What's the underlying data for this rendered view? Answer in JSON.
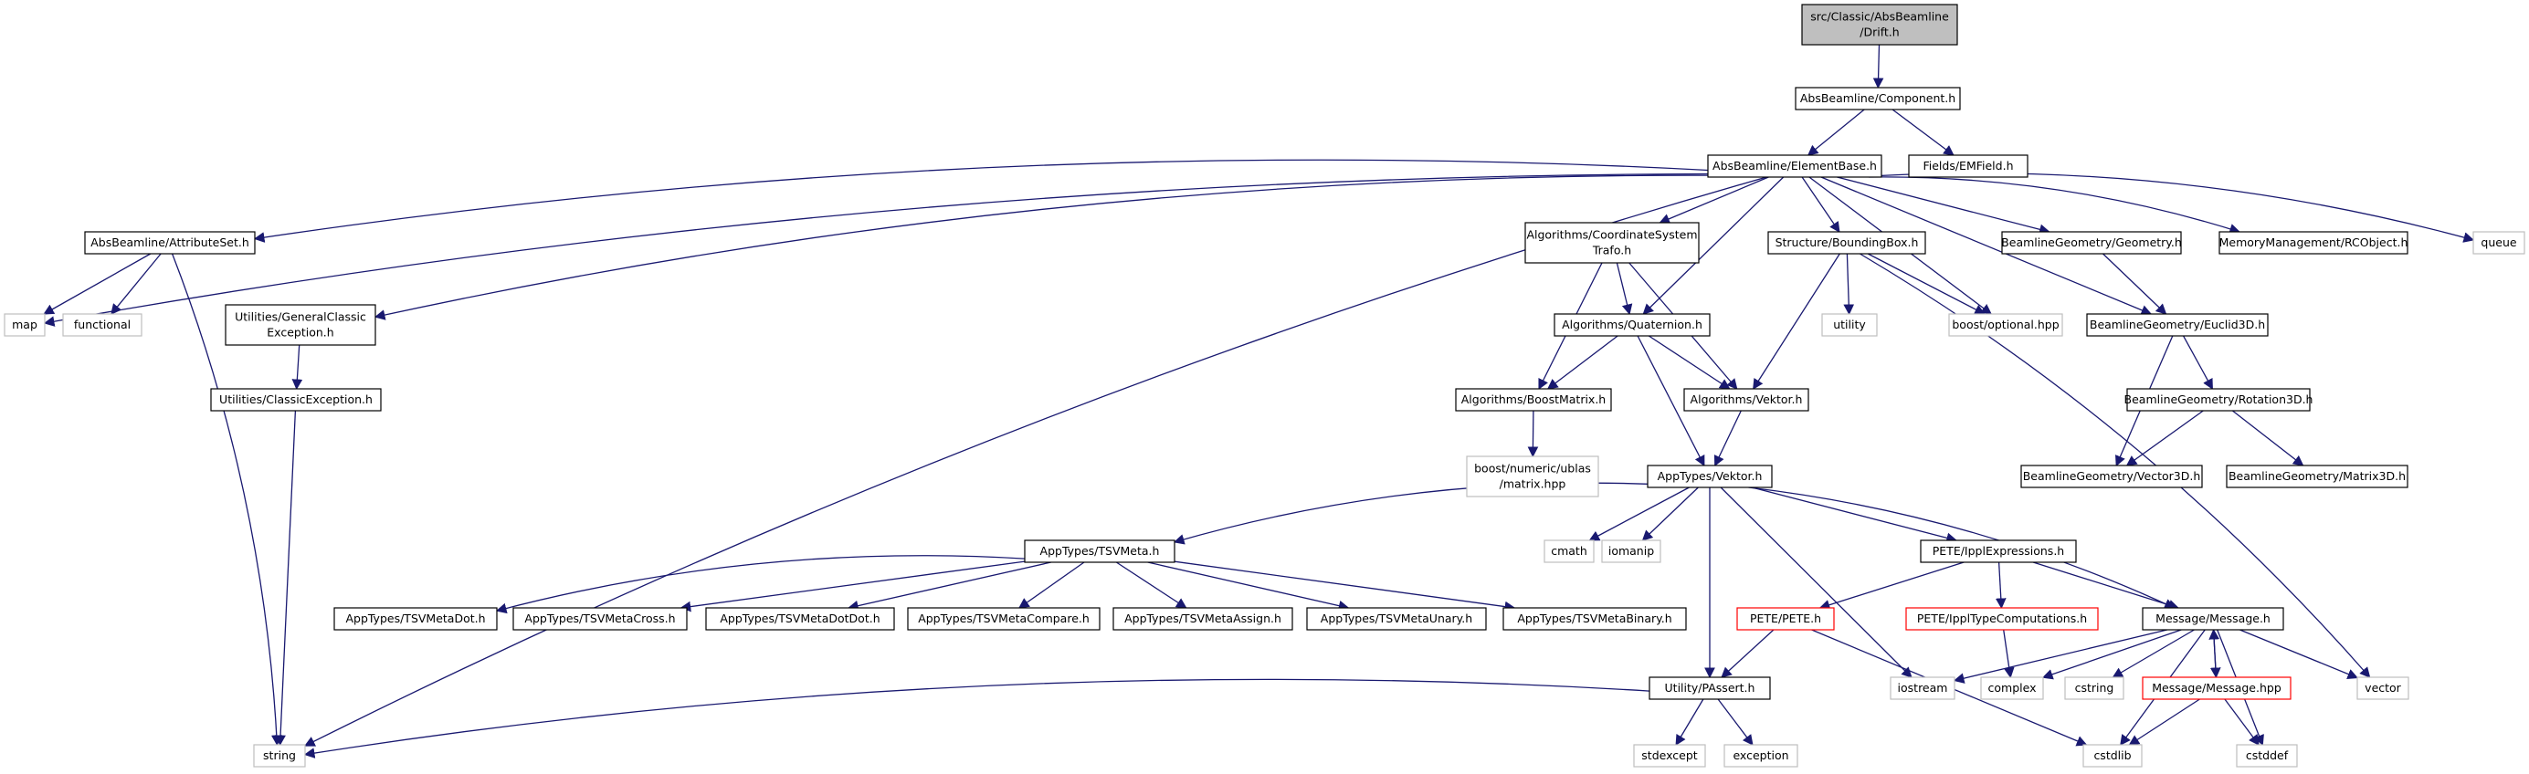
{
  "graph": {
    "title": "src/Classic/AbsBeamline/Drift.h",
    "colors": {
      "edge": "#191970",
      "root_fill": "#bfbfbf",
      "node_border": "#000000",
      "external_border": "#bfbfbf",
      "truncated_border": "#ff0000",
      "text": "#000000"
    },
    "nodes": [
      {
        "id": "drift",
        "lines": [
          "src/Classic/AbsBeamline",
          "/Drift.h"
        ],
        "kind": "root"
      },
      {
        "id": "component",
        "lines": [
          "AbsBeamline/Component.h"
        ],
        "kind": "normal"
      },
      {
        "id": "elementbase",
        "lines": [
          "AbsBeamline/ElementBase.h"
        ],
        "kind": "normal"
      },
      {
        "id": "emfield",
        "lines": [
          "Fields/EMField.h"
        ],
        "kind": "normal"
      },
      {
        "id": "attributeset",
        "lines": [
          "AbsBeamline/AttributeSet.h"
        ],
        "kind": "normal"
      },
      {
        "id": "coordtrafo",
        "lines": [
          "Algorithms/CoordinateSystem",
          "Trafo.h"
        ],
        "kind": "normal"
      },
      {
        "id": "boundingbox",
        "lines": [
          "Structure/BoundingBox.h"
        ],
        "kind": "normal"
      },
      {
        "id": "geometry",
        "lines": [
          "BeamlineGeometry/Geometry.h"
        ],
        "kind": "normal"
      },
      {
        "id": "rcobject",
        "lines": [
          "MemoryManagement/RCObject.h"
        ],
        "kind": "normal"
      },
      {
        "id": "queue",
        "lines": [
          "queue"
        ],
        "kind": "external"
      },
      {
        "id": "map",
        "lines": [
          "map"
        ],
        "kind": "external"
      },
      {
        "id": "functional",
        "lines": [
          "functional"
        ],
        "kind": "external"
      },
      {
        "id": "genclassicexc",
        "lines": [
          "Utilities/GeneralClassic",
          "Exception.h"
        ],
        "kind": "normal"
      },
      {
        "id": "quaternion",
        "lines": [
          "Algorithms/Quaternion.h"
        ],
        "kind": "normal"
      },
      {
        "id": "utility",
        "lines": [
          "utility"
        ],
        "kind": "external"
      },
      {
        "id": "boostoptional",
        "lines": [
          "boost/optional.hpp"
        ],
        "kind": "external"
      },
      {
        "id": "euclid3d",
        "lines": [
          "BeamlineGeometry/Euclid3D.h"
        ],
        "kind": "normal"
      },
      {
        "id": "classicexc",
        "lines": [
          "Utilities/ClassicException.h"
        ],
        "kind": "normal"
      },
      {
        "id": "boostmatrix",
        "lines": [
          "Algorithms/BoostMatrix.h"
        ],
        "kind": "normal"
      },
      {
        "id": "algvektor",
        "lines": [
          "Algorithms/Vektor.h"
        ],
        "kind": "normal"
      },
      {
        "id": "rotation3d",
        "lines": [
          "BeamlineGeometry/Rotation3D.h"
        ],
        "kind": "normal"
      },
      {
        "id": "ublasmatrix",
        "lines": [
          "boost/numeric/ublas",
          "/matrix.hpp"
        ],
        "kind": "external"
      },
      {
        "id": "vector3d",
        "lines": [
          "BeamlineGeometry/Vector3D.h"
        ],
        "kind": "normal"
      },
      {
        "id": "matrix3d",
        "lines": [
          "BeamlineGeometry/Matrix3D.h"
        ],
        "kind": "normal"
      },
      {
        "id": "appvektor",
        "lines": [
          "AppTypes/Vektor.h"
        ],
        "kind": "normal"
      },
      {
        "id": "tsvmeta",
        "lines": [
          "AppTypes/TSVMeta.h"
        ],
        "kind": "normal"
      },
      {
        "id": "cmath",
        "lines": [
          "cmath"
        ],
        "kind": "external"
      },
      {
        "id": "iomanip",
        "lines": [
          "iomanip"
        ],
        "kind": "external"
      },
      {
        "id": "ipplexpr",
        "lines": [
          "PETE/IpplExpressions.h"
        ],
        "kind": "normal"
      },
      {
        "id": "tsvdot",
        "lines": [
          "AppTypes/TSVMetaDot.h"
        ],
        "kind": "normal"
      },
      {
        "id": "tsvcross",
        "lines": [
          "AppTypes/TSVMetaCross.h"
        ],
        "kind": "normal"
      },
      {
        "id": "tsvdotdot",
        "lines": [
          "AppTypes/TSVMetaDotDot.h"
        ],
        "kind": "normal"
      },
      {
        "id": "tsvcompare",
        "lines": [
          "AppTypes/TSVMetaCompare.h"
        ],
        "kind": "normal"
      },
      {
        "id": "tsvassign",
        "lines": [
          "AppTypes/TSVMetaAssign.h"
        ],
        "kind": "normal"
      },
      {
        "id": "tsvunary",
        "lines": [
          "AppTypes/TSVMetaUnary.h"
        ],
        "kind": "normal"
      },
      {
        "id": "tsvbinary",
        "lines": [
          "AppTypes/TSVMetaBinary.h"
        ],
        "kind": "normal"
      },
      {
        "id": "pete",
        "lines": [
          "PETE/PETE.h"
        ],
        "kind": "truncated"
      },
      {
        "id": "ippltypecomp",
        "lines": [
          "PETE/IpplTypeComputations.h"
        ],
        "kind": "truncated"
      },
      {
        "id": "message",
        "lines": [
          "Message/Message.h"
        ],
        "kind": "normal"
      },
      {
        "id": "passert",
        "lines": [
          "Utility/PAssert.h"
        ],
        "kind": "normal"
      },
      {
        "id": "iostream",
        "lines": [
          "iostream"
        ],
        "kind": "external"
      },
      {
        "id": "complex",
        "lines": [
          "complex"
        ],
        "kind": "external"
      },
      {
        "id": "cstring",
        "lines": [
          "cstring"
        ],
        "kind": "external"
      },
      {
        "id": "messagehpp",
        "lines": [
          "Message/Message.hpp"
        ],
        "kind": "truncated"
      },
      {
        "id": "vector",
        "lines": [
          "vector"
        ],
        "kind": "external"
      },
      {
        "id": "string",
        "lines": [
          "string"
        ],
        "kind": "external"
      },
      {
        "id": "stdexcept",
        "lines": [
          "stdexcept"
        ],
        "kind": "external"
      },
      {
        "id": "exception",
        "lines": [
          "exception"
        ],
        "kind": "external"
      },
      {
        "id": "cstdlib",
        "lines": [
          "cstdlib"
        ],
        "kind": "external"
      },
      {
        "id": "cstddef",
        "lines": [
          "cstddef"
        ],
        "kind": "external"
      }
    ],
    "edges": [
      [
        "drift",
        "component"
      ],
      [
        "component",
        "elementbase"
      ],
      [
        "component",
        "emfield"
      ],
      [
        "elementbase",
        "attributeset"
      ],
      [
        "elementbase",
        "map"
      ],
      [
        "elementbase",
        "genclassicexc"
      ],
      [
        "elementbase",
        "string"
      ],
      [
        "elementbase",
        "coordtrafo"
      ],
      [
        "elementbase",
        "quaternion"
      ],
      [
        "elementbase",
        "boundingbox"
      ],
      [
        "elementbase",
        "boostoptional"
      ],
      [
        "elementbase",
        "euclid3d"
      ],
      [
        "elementbase",
        "geometry"
      ],
      [
        "elementbase",
        "rcobject"
      ],
      [
        "elementbase",
        "queue"
      ],
      [
        "attributeset",
        "map"
      ],
      [
        "attributeset",
        "functional"
      ],
      [
        "attributeset",
        "string"
      ],
      [
        "genclassicexc",
        "classicexc"
      ],
      [
        "classicexc",
        "string"
      ],
      [
        "coordtrafo",
        "boostmatrix"
      ],
      [
        "coordtrafo",
        "quaternion"
      ],
      [
        "coordtrafo",
        "algvektor"
      ],
      [
        "quaternion",
        "boostmatrix"
      ],
      [
        "quaternion",
        "algvektor"
      ],
      [
        "quaternion",
        "appvektor"
      ],
      [
        "boostmatrix",
        "ublasmatrix"
      ],
      [
        "algvektor",
        "appvektor"
      ],
      [
        "boundingbox",
        "utility"
      ],
      [
        "boundingbox",
        "boostoptional"
      ],
      [
        "boundingbox",
        "algvektor"
      ],
      [
        "boundingbox",
        "vector"
      ],
      [
        "geometry",
        "euclid3d"
      ],
      [
        "euclid3d",
        "rotation3d"
      ],
      [
        "euclid3d",
        "vector3d"
      ],
      [
        "rotation3d",
        "vector3d"
      ],
      [
        "rotation3d",
        "matrix3d"
      ],
      [
        "appvektor",
        "tsvmeta"
      ],
      [
        "appvektor",
        "cmath"
      ],
      [
        "appvektor",
        "iomanip"
      ],
      [
        "appvektor",
        "ipplexpr"
      ],
      [
        "appvektor",
        "message"
      ],
      [
        "appvektor",
        "passert"
      ],
      [
        "appvektor",
        "iostream"
      ],
      [
        "tsvmeta",
        "tsvdot"
      ],
      [
        "tsvmeta",
        "tsvcross"
      ],
      [
        "tsvmeta",
        "tsvdotdot"
      ],
      [
        "tsvmeta",
        "tsvcompare"
      ],
      [
        "tsvmeta",
        "tsvassign"
      ],
      [
        "tsvmeta",
        "tsvunary"
      ],
      [
        "tsvmeta",
        "tsvbinary"
      ],
      [
        "ipplexpr",
        "pete"
      ],
      [
        "ipplexpr",
        "ippltypecomp"
      ],
      [
        "ipplexpr",
        "message"
      ],
      [
        "pete",
        "passert"
      ],
      [
        "pete",
        "cstdlib"
      ],
      [
        "ippltypecomp",
        "complex"
      ],
      [
        "passert",
        "string"
      ],
      [
        "passert",
        "stdexcept"
      ],
      [
        "passert",
        "exception"
      ],
      [
        "message",
        "iostream"
      ],
      [
        "message",
        "complex"
      ],
      [
        "message",
        "cstring"
      ],
      [
        "message",
        "messagehpp"
      ],
      [
        "message",
        "cstdlib"
      ],
      [
        "message",
        "cstddef"
      ],
      [
        "message",
        "vector"
      ],
      [
        "messagehpp",
        "message"
      ],
      [
        "messagehpp",
        "cstdlib"
      ],
      [
        "messagehpp",
        "cstddef"
      ]
    ]
  }
}
